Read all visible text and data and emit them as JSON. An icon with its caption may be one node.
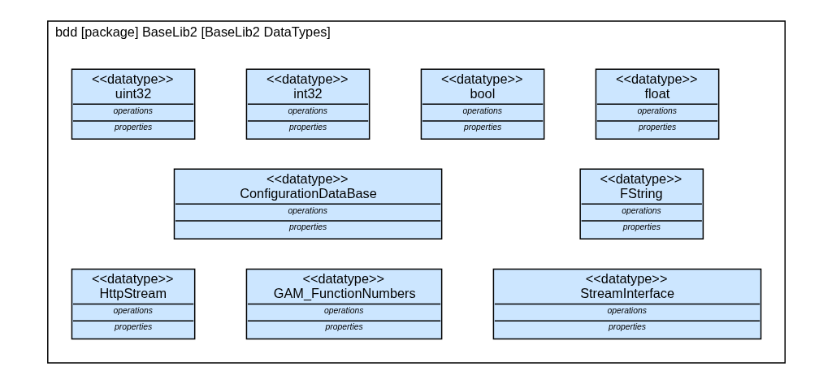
{
  "diagram": {
    "nodes": [
      {
        "text": [
          "bdd [package] BaseLib2 [BaseLib2 DataTypes]"
        ]
      },
      {
        "text": [
          "<<datatype>>",
          "float",
          "operations",
          "properties"
        ],
        "in": 0
      },
      {
        "text": [
          "<<datatype>>",
          "bool",
          "operations",
          "properties"
        ],
        "in": 0
      },
      {
        "text": [
          "<<datatype>>",
          "int32",
          "operations",
          "properties"
        ],
        "in": 0
      },
      {
        "text": [
          "<<datatype>>",
          "uint32",
          "operations",
          "properties"
        ],
        "in": 0
      },
      {
        "text": [
          "<<datatype>>",
          "FString",
          "operations",
          "properties"
        ],
        "in": 0
      },
      {
        "text": [
          "<<datatype>>",
          "ConfigurationDataBase",
          "operations",
          "properties"
        ],
        "in": 0
      },
      {
        "text": [
          "<<datatype>>",
          "StreamInterface",
          "operations",
          "properties"
        ],
        "in": 0
      },
      {
        "text": [
          "<<datatype>>",
          "GAM_FunctionNumbers",
          "operations",
          "properties"
        ],
        "in": 0
      },
      {
        "text": [
          "<<datatype>>",
          "HttpStream",
          "operations",
          "properties"
        ],
        "in": 0
      }
    ],
    "edges": []
  }
}
